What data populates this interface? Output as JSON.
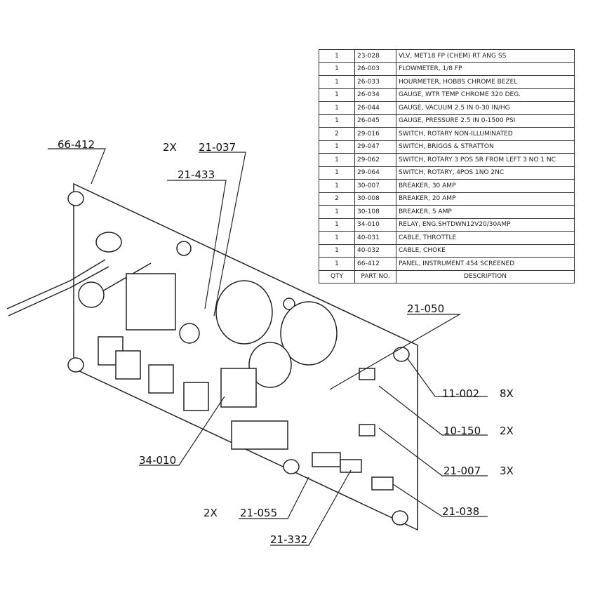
{
  "bom": {
    "rows": [
      {
        "qty": "1",
        "part": "23-028",
        "desc": "VLV, MET18 FP (CHEM) RT ANG SS"
      },
      {
        "qty": "1",
        "part": "26-003",
        "desc": "FLOWMETER, 1/8 FP"
      },
      {
        "qty": "1",
        "part": "26-033",
        "desc": "HOURMETER, HOBBS CHROME BEZEL"
      },
      {
        "qty": "1",
        "part": "26-034",
        "desc": "GAUGE, WTR TEMP CHROME 320 DEG."
      },
      {
        "qty": "1",
        "part": "26-044",
        "desc": "GAUGE, VACUUM 2.5 IN 0-30 IN/HG"
      },
      {
        "qty": "1",
        "part": "26-045",
        "desc": "GAUGE, PRESSURE 2.5 IN 0-1500 PSI"
      },
      {
        "qty": "2",
        "part": "29-016",
        "desc": "SWITCH, ROTARY NON-ILLUMINATED"
      },
      {
        "qty": "1",
        "part": "29-047",
        "desc": "SWITCH, BRIGGS & STRATTON"
      },
      {
        "qty": "1",
        "part": "29-062",
        "desc": "SWITCH, ROTARY 3 POS SR FROM LEFT 3 NO 1 NC"
      },
      {
        "qty": "1",
        "part": "29-064",
        "desc": "SWITCH, ROTARY, 4POS 1NO 2NC"
      },
      {
        "qty": "1",
        "part": "30-007",
        "desc": "BREAKER, 30 AMP"
      },
      {
        "qty": "2",
        "part": "30-008",
        "desc": "BREAKER, 20 AMP"
      },
      {
        "qty": "1",
        "part": "30-108",
        "desc": "BREAKER, 5 AMP"
      },
      {
        "qty": "1",
        "part": "34-010",
        "desc": "RELAY, ENG.SHTDWN12V20/30AMP"
      },
      {
        "qty": "1",
        "part": "40-031",
        "desc": "CABLE, THROTTLE"
      },
      {
        "qty": "1",
        "part": "40-032",
        "desc": "CABLE, CHOKE"
      },
      {
        "qty": "1",
        "part": "66-412",
        "desc": "PANEL, INSTRUMENT 454 SCREENED"
      }
    ],
    "header": {
      "qty": "QTY",
      "part": "PART NO.",
      "desc": "DESCRIPTION"
    }
  },
  "callouts": {
    "c66412": "66-412",
    "c21037": "21-037",
    "c21037q": "2X",
    "c21433": "21-433",
    "c21050": "21-050",
    "c11002": "11-002",
    "c11002q": "8X",
    "c10150": "10-150",
    "c10150q": "2X",
    "c21007": "21-007",
    "c21007q": "3X",
    "c21038": "21-038",
    "c34010": "34-010",
    "c21055": "21-055",
    "c21055q": "2X",
    "c21332": "21-332"
  }
}
